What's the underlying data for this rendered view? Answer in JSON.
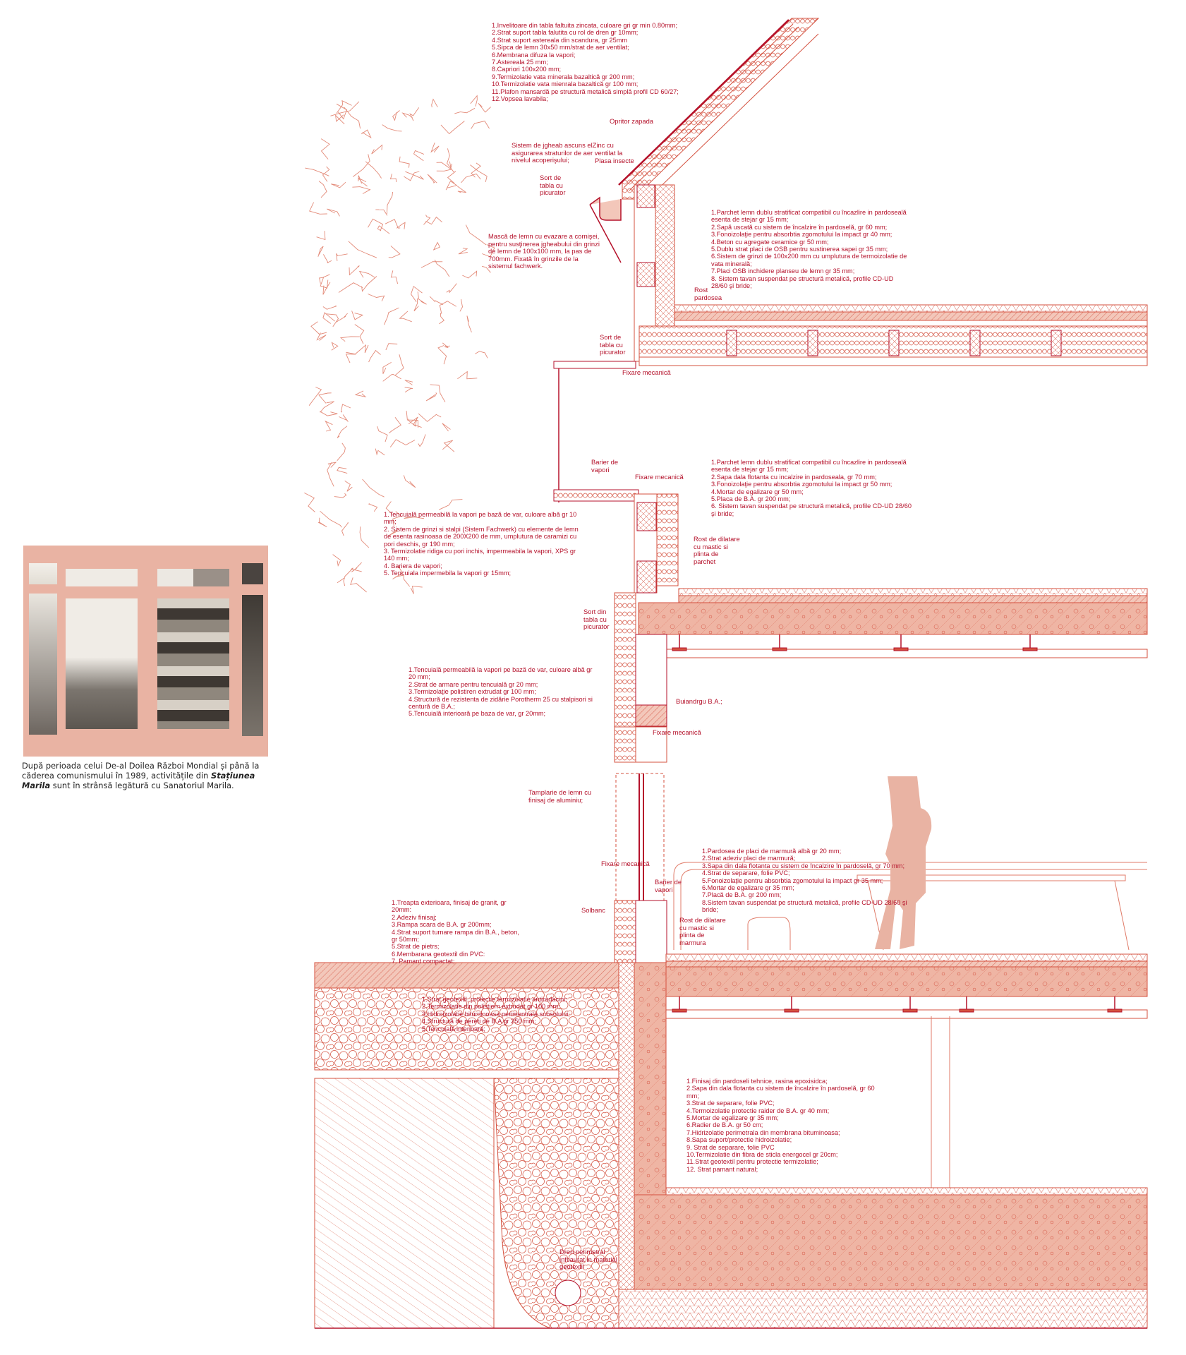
{
  "colors": {
    "ink": "#b5122b",
    "line": "#d4513f",
    "fill": "#efb5a4",
    "photo_frame": "#e9b3a3",
    "tree": "#e38a78"
  },
  "notes": {
    "roof": [
      "1.Invelitoare din tabla faltuita zincata, culoare gri gr min 0.80mm;",
      "2.Strat suport tabla falutita cu rol de dren gr 10mm;",
      "4.Strat suport astereala din scandura, gr 25mm",
      "5.Sipca de lemn 30x50 mm/strat de aer ventilat;",
      "6.Membrana difuza la vapori;",
      "7.Astereala 25 mm;",
      "8.Capriori 100x200 mm;",
      "9.Termizolatie vata minerala bazaltică gr 200 mm;",
      "10.Termizolatie vata mienrala bazaltică gr 100 mm;",
      "11.Plafon mansardă pe structură metalică simplă profil CD 60/27;",
      "12.Vopsea lavabila;"
    ],
    "floor_attic": [
      "1.Parchet lemn dublu stratificat compatibil cu încazlire in pardoseală esenta de stejar gr 15 mm;",
      "2.Sapă uscată cu sistem de încalzire în pardoselă, gr 60 mm;",
      "3.Fonoizolaţie pentru absorbtia zgomotului la impact gr 40 mm;",
      "4.Beton cu agregate ceramice gr 50 mm;",
      "5.Dublu strat placi de OSB pentru sustinerea sapei gr 35 mm;",
      "6.Sistem de grinzi de 100x200 mm cu umplutura de termoizolatie de vata minerală;",
      "7.Placi OSB inchidere planseu de lemn gr 35 mm;",
      "8. Sistem tavan suspendat pe structură metalică, profile CD-UD 28/60 şi bride;"
    ],
    "wall_fachwerk": [
      "1.Tencuială permeabilă la vapori pe bază de var, culoare albă gr 10 mm;",
      "2. Sistem de grinzi si stalpi (Sistem Fachwerk) cu elemente de lemn de esenta rasinoasa de 200X200 de mm, umplutura de caramizi cu pori deschis, gr 190 mm;",
      "3. Termizolatie ridiga cu pori inchis, impermeabila la vapori, XPS gr 140 mm;",
      "4. Bariera de vapori;",
      "5. Tencuiala impermebila la vapori gr 15mm;"
    ],
    "floor_first": [
      "1.Parchet lemn dublu stratificat compatibil cu încazlire in pardoseală esenta de stejar gr 15 mm;",
      "2.Sapa dala flotanta cu incalzire in pardoseala, gr 70 mm;",
      "3.Fonoizolaţie pentru absorbtia zgomotului la impact gr 50 mm;",
      "4.Mortar de egalizare gr 50 mm;",
      "5.Placa de B.A. gr 200 mm;",
      "6. Sistem tavan suspendat pe structură metalică, profile CD-UD 28/60 şi bride;"
    ],
    "wall_porotherm": [
      "1.Tencuială permeabilă la vapori pe bază de var, culoare albă gr 20 mm;",
      "2.Strat de armare pentru tencuială gr 20 mm;",
      "3.Termizolaţie polistiren extrudat gr 100 mm;",
      "4.Structură de rezistenta de zidărie Porotherm 25 cu stalpisori si centură de B.A.;",
      "5.Tencuială interioară pe baza de var, gr 20mm;"
    ],
    "floor_ground": [
      "1.Pardosea de placi de marmură albă gr 20 mm;",
      "2.Strat adeziv placi de marmură;",
      "3.Sapa din dala flotanta cu sistem de încalzire în pardoselă, gr 70 mm;",
      "4.Strat de separare, folie PVC;",
      "5.Fonoizolaţie pentru absorbtia zgomotului la impact gr 35 mm;",
      "6.Mortar de egalizare gr 35 mm;",
      "7.Placă de B.A. gr 200 mm;",
      "8.Sistem tavan suspendat pe structură metalică, profile CD-UD 28/60 şi bride;"
    ],
    "steps": [
      "1.Treapta exterioara, finisaj de granit, gr 20mm:",
      "2.Adeziv finisaj;",
      "3.Rampa scara de B.A. gr 200mm;",
      "4.Strat suport turnare rampa din B.A., beton, gr 50mm;",
      "5.Strat de pietrs;",
      "6.Membarana geotextil din PVC:",
      "7. Pamant compactat;"
    ],
    "basement_wall": [
      "1.Strat geotextil, protectie termizolatie antiradacini;",
      "2.Termizolatie din polistiern extrudat gr 100 mm;",
      "3.Hidroizolatie bituminoasa perimentrala subsolului;",
      "4.Structură de pereti de  B.A gr 250 mm;",
      "5.Tencuială interioară;"
    ],
    "basement_floor": [
      "1.Finisaj din pardoseli tehnice, rasina epoxisidca;",
      "2.Sapa din dala flotanta cu sistem de încalzire în pardoselă, gr 60 mm;",
      "3.Strat de separare, folie PVC;",
      "4.Termoizolatie protectie raider de B.A. gr 40 mm;",
      "5.Mortar de egalizare gr 35 mm;",
      "6.Radier de B.A. gr 50 cm;",
      "7.Hidrizolatie perimetrala din membrana bituminoasa;",
      "8.Sapa suport/protectie hidroizolatie;",
      "9. Strat de separare, folie PVC",
      "10.Termizolatie din fibra de sticla energocel gr 20cm;",
      "11.Strat geotextil pentru protectie termizolatie;",
      "12. Strat pamant natural;"
    ]
  },
  "labels": {
    "opritor": "Opritor zapada",
    "jgheab": "Sistem de jgheab ascuns elZinc cu\nasigurarea straturilor de aer ventilat la\nnivelul acoperişului;",
    "plasa": "Plasa insecte",
    "sort_roof": "Sort de\ntabla cu\npicurator",
    "masca": "Mască de lemn cu evazare a cornişei,\npentru susţinerea jgheabului din grinzi\nde lemn de 100x100 mm, la pas de\n700mm. Fixată în grinzile de la\nsistemul fachwerk.",
    "rost_pardosea": "Rost\npardosea",
    "sort_eave": "Sort de\ntabla cu\npicurator",
    "fixare_1": "Fixare mecanică",
    "barier_1": "Barier de\nvapori",
    "fixare_2": "Fixare mecanică",
    "rost_parchet": "Rost de dilatare\ncu  mastic si\nplinta de\nparchet",
    "sort_din": "Sort din\ntabla cu\npicurator",
    "buiandrug": "Buiandrgu B.A.;",
    "fixare_3": "Fixare mecanică",
    "tamplarie": "Tamplarie de lemn cu\nfinisaj de aluminiu;",
    "fixare_4": "Fixare mecanică",
    "barier_2": "Barier de\nvapori",
    "solbanc": "Solbanc",
    "rost_marmura": "Rost de dilatare\ncu  mastic si\nplinta de\nmarmura",
    "dren": "Dren perimetral\ninfsaurat in material\ngeotextil"
  },
  "caption": {
    "before": "După perioada celui De-al Doilea Război Mondial și până la căderea comunismului în 1989, activitățile din ",
    "bold": "Stațiunea Marila",
    "after": " sunt în strânsă legătură cu Sanatoriul Marila."
  }
}
